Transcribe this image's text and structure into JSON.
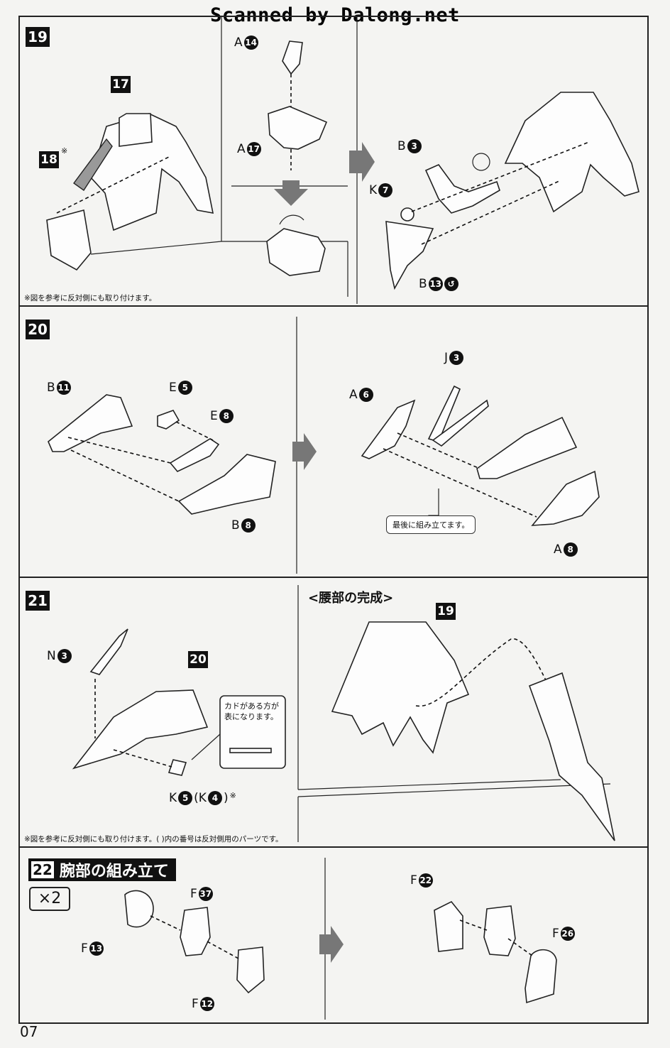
{
  "watermark": "Scanned by Dalong.net",
  "page_number": "07",
  "step19": {
    "number": "19",
    "ref_17": "17",
    "ref_18": "18",
    "ref_18_mark": "※",
    "lbl_a14": {
      "letter": "A",
      "num": "14"
    },
    "lbl_a17": {
      "letter": "A",
      "num": "17"
    },
    "lbl_b3": {
      "letter": "B",
      "num": "3"
    },
    "lbl_k7": {
      "letter": "K",
      "num": "7"
    },
    "lbl_b13": {
      "letter": "B",
      "num": "13"
    },
    "note": "※図を参考に反対側にも取り付けます。"
  },
  "step20": {
    "number": "20",
    "lbl_b11": {
      "letter": "B",
      "num": "11"
    },
    "lbl_e5": {
      "letter": "E",
      "num": "5"
    },
    "lbl_e8": {
      "letter": "E",
      "num": "8"
    },
    "lbl_b8": {
      "letter": "B",
      "num": "8"
    },
    "lbl_j3": {
      "letter": "J",
      "num": "3"
    },
    "lbl_a6": {
      "letter": "A",
      "num": "6"
    },
    "lbl_a8": {
      "letter": "A",
      "num": "8"
    },
    "callout": "最後に組み立てます。"
  },
  "step21": {
    "number": "21",
    "ref_20": "20",
    "ref_19": "19",
    "lbl_n3": {
      "letter": "N",
      "num": "3"
    },
    "lbl_k5": {
      "letter": "K",
      "num": "5",
      "paren_open": "(K",
      "paren_num": "4",
      "paren_close": ")",
      "mark": "※"
    },
    "callout_line1": "カドがある方が",
    "callout_line2": "表になります。",
    "complete_title": "<腰部の完成>",
    "note": "※図を参考に反対側にも取り付けます。( )内の番号は反対側用のパーツです。"
  },
  "step22": {
    "number": "22",
    "title": "腕部の組み立て",
    "multiplier": "×2",
    "lbl_f37": {
      "letter": "F",
      "num": "37"
    },
    "lbl_f13": {
      "letter": "F",
      "num": "13"
    },
    "lbl_f12": {
      "letter": "F",
      "num": "12"
    },
    "lbl_f22": {
      "letter": "F",
      "num": "22"
    },
    "lbl_f26": {
      "letter": "F",
      "num": "26"
    }
  }
}
